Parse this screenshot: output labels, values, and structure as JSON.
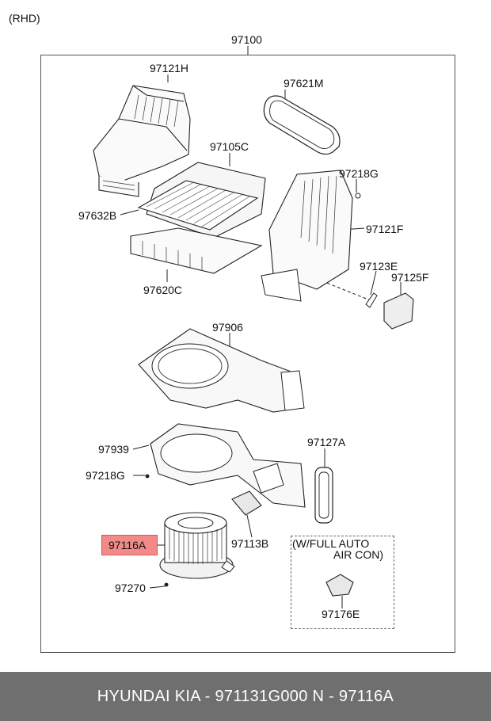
{
  "header": {
    "variant": "(RHD)"
  },
  "assembly": {
    "part_no": "97100"
  },
  "parts": {
    "p97121H": "97121H",
    "p97621M": "97621M",
    "p97105C": "97105C",
    "p97218G_top": "97218G",
    "p97632B": "97632B",
    "p97121F": "97121F",
    "p97123E": "97123E",
    "p97125F": "97125F",
    "p97620C": "97620C",
    "p97906": "97906",
    "p97939": "97939",
    "p97127A": "97127A",
    "p97218G_bottom": "97218G",
    "p97113B": "97113B",
    "p97116A": "97116A",
    "p97270": "97270",
    "p97176E": "97176E"
  },
  "inset": {
    "line1": "(W/FULL AUTO",
    "line2": "AIR CON)"
  },
  "highlight_color": "#f28a8a",
  "footer": {
    "text": "HYUNDAI  KIA - 971131G000     N - 97116A"
  }
}
